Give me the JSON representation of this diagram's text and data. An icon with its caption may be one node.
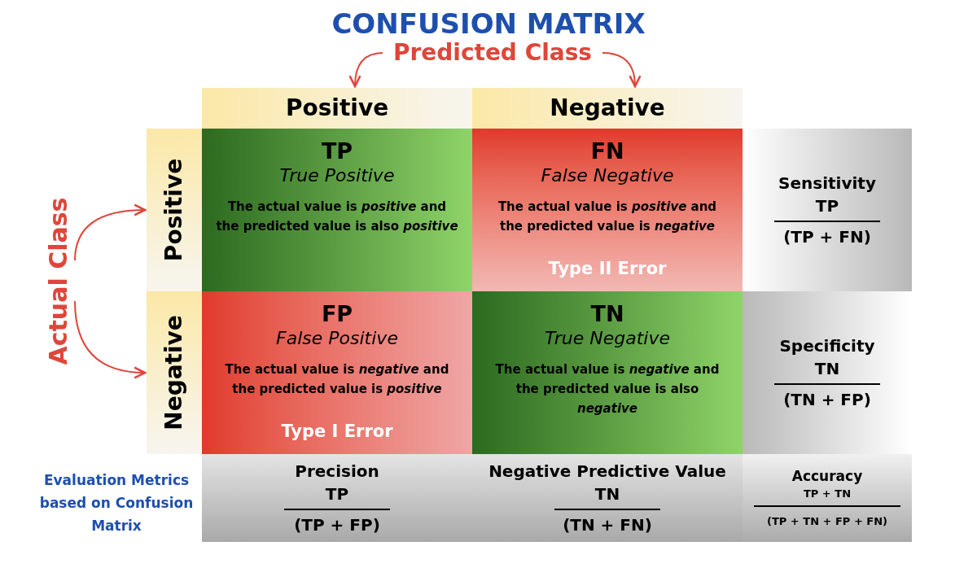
{
  "diagram": {
    "title": "CONFUSION MATRIX",
    "nodes": [
      {
        "text": [
          "Predicted Class"
        ]
      },
      {
        "text": [
          "Actual Class"
        ]
      },
      {
        "text": [
          "Positive"
        ]
      },
      {
        "text": [
          "Negative"
        ]
      },
      {
        "text": [
          "Positive"
        ]
      },
      {
        "text": [
          "Negative"
        ]
      },
      {
        "text": [
          "TP",
          "True Positive",
          "The actual value is *positive* and the predicted value is also *positive*"
        ]
      },
      {
        "text": [
          "FN",
          "False Negative",
          "The actual value is *positive* and the predicted value is *negative*",
          "Type II Error"
        ]
      },
      {
        "text": [
          "Sensitivity",
          "TP",
          "(TP + FN)"
        ]
      },
      {
        "text": [
          "FP",
          "False Positive",
          "The actual value is *negative* and the predicted value is *positive*",
          "Type I Error"
        ]
      },
      {
        "text": [
          "TN",
          "True Negative",
          "The actual value is *negative* and the predicted value is also *negative*"
        ]
      },
      {
        "text": [
          "Specificity",
          "TN",
          "(TN + FP)"
        ]
      },
      {
        "text": [
          "Precision",
          "TP",
          "(TP + FP)"
        ]
      },
      {
        "text": [
          "Negative Predictive Value",
          "TN",
          "(TN + FN)"
        ]
      },
      {
        "text": [
          "Accuracy",
          "TP + TN",
          "(TP + TN + FP + FN)"
        ]
      }
    ],
    "edges": [
      {
        "from": 0,
        "to": 2,
        "arrow": "to"
      },
      {
        "from": 0,
        "to": 3,
        "arrow": "to"
      },
      {
        "from": 1,
        "to": 4,
        "arrow": "to"
      },
      {
        "from": 1,
        "to": 5,
        "arrow": "to"
      }
    ],
    "labels": [
      "Evaluation Metrics based on Confusion Matrix"
    ]
  }
}
